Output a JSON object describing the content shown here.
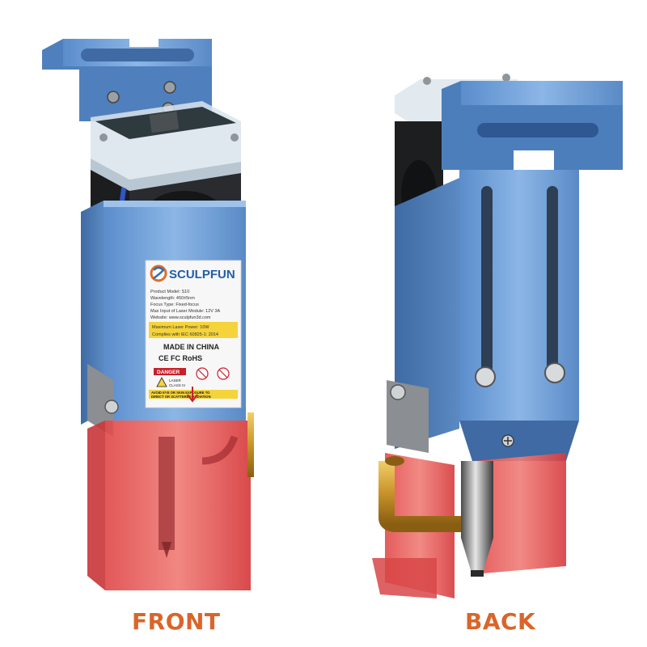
{
  "captions": {
    "front": "FRONT",
    "back": "BACK"
  },
  "label": {
    "brand": "SCULPFUN",
    "lines": [
      "Product Model: S10",
      "Wavelength: 450±5nm",
      "Focus Type: Fixed-focus",
      "Max Input of Laser Module: 12V 3A",
      "Website: www.sculpfun3d.com"
    ],
    "highlight": [
      "Maximum Laser Power: 10W",
      "Complies with IEC 60825-1: 2014"
    ],
    "made_in": "MADE IN CHINA",
    "certs": "CE FC RoHS",
    "danger_title": "DANGER",
    "danger_lines": [
      "LASER",
      "CLASS IV"
    ],
    "warning": [
      "AVOID EYE OR SKIN EXPOSURE TO",
      "DIRECT OR SCATTERED RADIATION"
    ]
  },
  "colors": {
    "caption": "#d9652b",
    "aluminum_blue": "#6f9fd6",
    "aluminum_dark": "#4a78b0",
    "shroud_red": "#e8484a",
    "brass": "#c9942a"
  },
  "icons": [
    "sculpfun-logo-icon",
    "laser-warning-icon",
    "no-eye-icon",
    "arrow-down-icon"
  ]
}
